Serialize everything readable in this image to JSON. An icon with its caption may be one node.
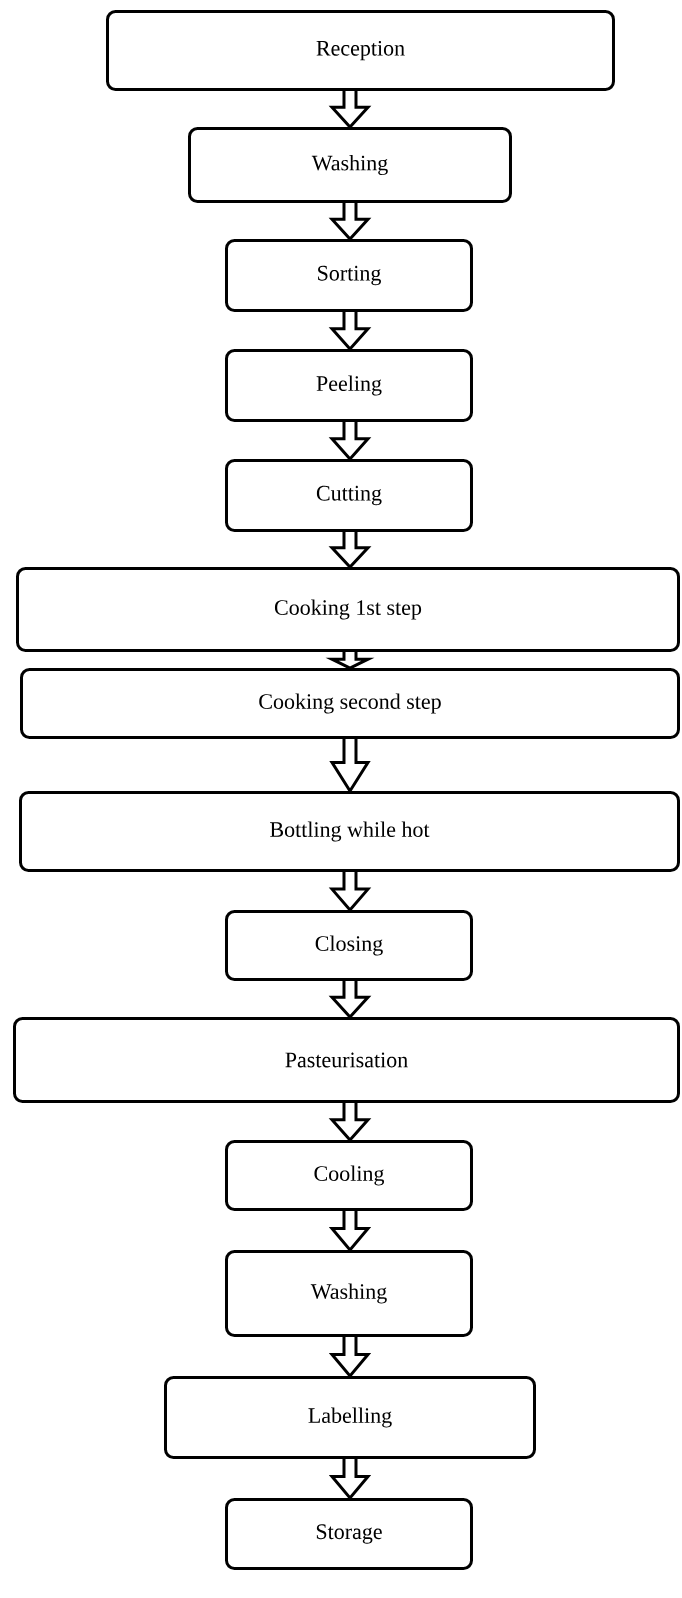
{
  "diagram": {
    "nodes": [
      {
        "text": [
          "Reception"
        ]
      },
      {
        "text": [
          "Washing"
        ]
      },
      {
        "text": [
          "Sorting"
        ]
      },
      {
        "text": [
          "Peeling"
        ]
      },
      {
        "text": [
          "Cutting"
        ]
      },
      {
        "text": [
          "Cooking 1st step"
        ]
      },
      {
        "text": [
          "Cooking second step"
        ]
      },
      {
        "text": [
          "Bottling while hot"
        ]
      },
      {
        "text": [
          "Closing"
        ]
      },
      {
        "text": [
          "Pasteurisation"
        ]
      },
      {
        "text": [
          "Cooling"
        ]
      },
      {
        "text": [
          "Washing"
        ]
      },
      {
        "text": [
          "Labelling"
        ]
      },
      {
        "text": [
          "Storage"
        ]
      }
    ],
    "edges": [
      {
        "from": 0,
        "to": 1,
        "arrow": "to"
      },
      {
        "from": 1,
        "to": 2,
        "arrow": "to"
      },
      {
        "from": 2,
        "to": 3,
        "arrow": "to"
      },
      {
        "from": 3,
        "to": 4,
        "arrow": "to"
      },
      {
        "from": 4,
        "to": 5,
        "arrow": "to"
      },
      {
        "from": 5,
        "to": 6,
        "arrow": "to"
      },
      {
        "from": 6,
        "to": 7,
        "arrow": "to"
      },
      {
        "from": 7,
        "to": 8,
        "arrow": "to"
      },
      {
        "from": 8,
        "to": 9,
        "arrow": "to"
      },
      {
        "from": 9,
        "to": 10,
        "arrow": "to"
      },
      {
        "from": 10,
        "to": 11,
        "arrow": "to"
      },
      {
        "from": 11,
        "to": 12,
        "arrow": "to"
      },
      {
        "from": 12,
        "to": 13,
        "arrow": "to"
      }
    ]
  }
}
